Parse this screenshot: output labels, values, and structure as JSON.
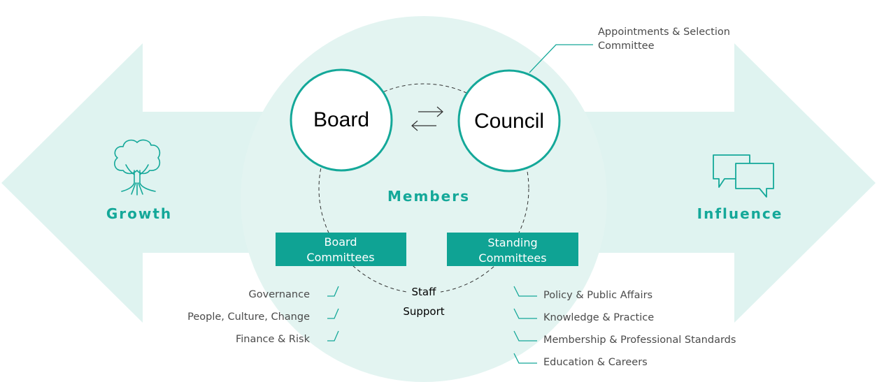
{
  "diagram": {
    "nodes": {
      "board": "Board",
      "council": "Council",
      "members": "Members",
      "staff_support": [
        "Staff",
        "Support"
      ]
    },
    "sides": {
      "left": {
        "label": "Growth",
        "icon": "tree-icon"
      },
      "right": {
        "label": "Influence",
        "icon": "speech-bubbles-icon"
      }
    },
    "appointments": [
      "Appointments & Selection",
      "Committee"
    ],
    "board_committees": {
      "label": [
        "Board",
        "Committees"
      ],
      "items": [
        "Governance",
        "People, Culture, Change",
        "Finance & Risk"
      ]
    },
    "standing_committees": {
      "label": [
        "Standing",
        "Committees"
      ],
      "items": [
        "Policy & Public Affairs",
        "Knowledge & Practice",
        "Membership & Professional Standards",
        "Education & Careers"
      ]
    }
  },
  "colors": {
    "accent": "#14a899",
    "box": "#0fa394",
    "arrow_fill": "#dff3f0",
    "circle_fill": "#e3f4f1"
  }
}
